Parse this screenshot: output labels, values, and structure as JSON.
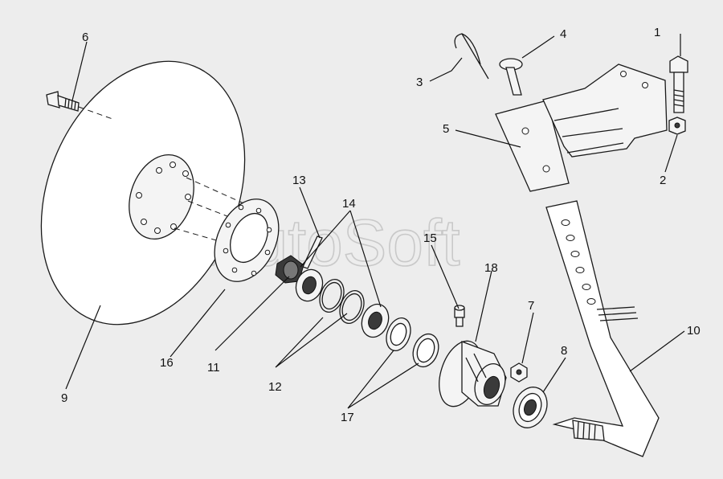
{
  "watermark": "AutoSoft",
  "callouts": [
    {
      "id": "c1",
      "label": "1"
    },
    {
      "id": "c2",
      "label": "2"
    },
    {
      "id": "c3",
      "label": "3"
    },
    {
      "id": "c4",
      "label": "4"
    },
    {
      "id": "c5",
      "label": "5"
    },
    {
      "id": "c6",
      "label": "6"
    },
    {
      "id": "c7",
      "label": "7"
    },
    {
      "id": "c8",
      "label": "8"
    },
    {
      "id": "c9",
      "label": "9"
    },
    {
      "id": "c10",
      "label": "10"
    },
    {
      "id": "c11",
      "label": "11"
    },
    {
      "id": "c12",
      "label": "12"
    },
    {
      "id": "c13",
      "label": "13"
    },
    {
      "id": "c14",
      "label": "14"
    },
    {
      "id": "c15",
      "label": "15"
    },
    {
      "id": "c16",
      "label": "16"
    },
    {
      "id": "c17",
      "label": "17"
    },
    {
      "id": "c18",
      "label": "18"
    }
  ]
}
